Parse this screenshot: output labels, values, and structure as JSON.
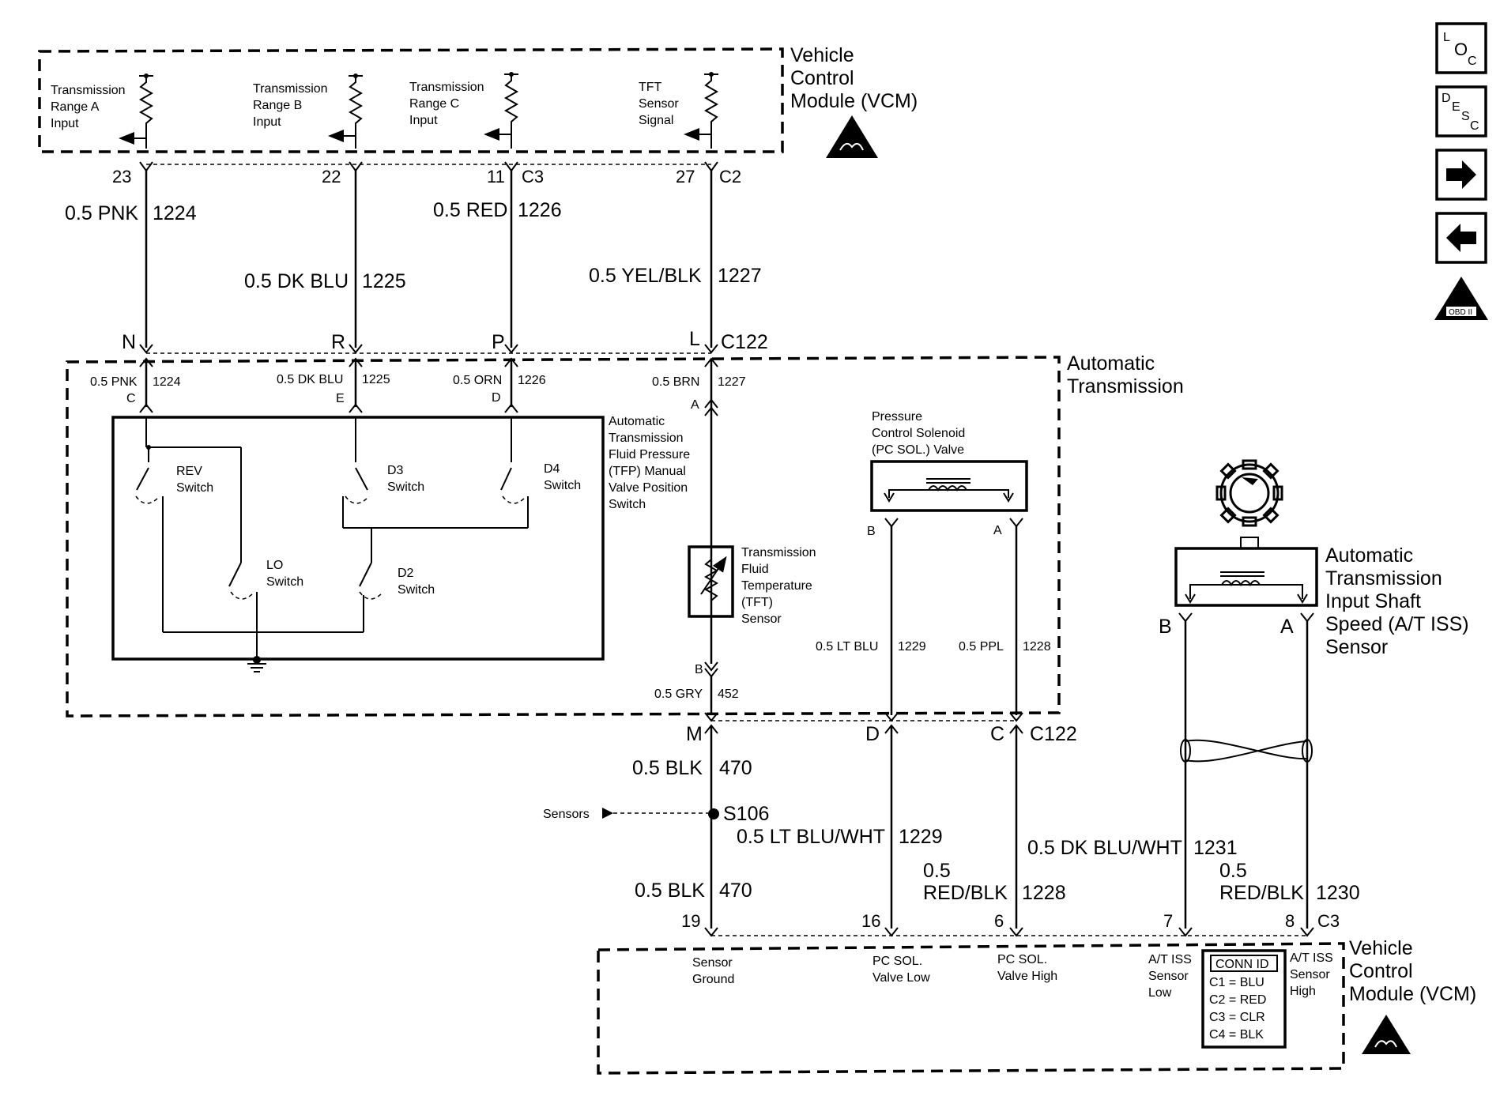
{
  "vcm_top": {
    "title_lines": [
      "Vehicle",
      "Control",
      "Module (VCM)"
    ],
    "inputs": [
      {
        "lines": [
          "Transmission",
          "Range A",
          "Input"
        ]
      },
      {
        "lines": [
          "Transmission",
          "Range B",
          "Input"
        ]
      },
      {
        "lines": [
          "Transmission",
          "Range C",
          "Input"
        ]
      },
      {
        "lines": [
          "TFT",
          "Sensor",
          "Signal"
        ]
      }
    ]
  },
  "top_pins": [
    "23",
    "22",
    "11",
    "27"
  ],
  "top_connectors": [
    "C3",
    "C2"
  ],
  "wires_upper": [
    {
      "gauge_color": "0.5 PNK",
      "circuit": "1224"
    },
    {
      "gauge_color": "0.5 DK BLU",
      "circuit": "1225"
    },
    {
      "gauge_color": "0.5 RED",
      "circuit": "1226"
    },
    {
      "gauge_color": "0.5 YEL/BLK",
      "circuit": "1227"
    }
  ],
  "c122_top": {
    "pins": [
      "N",
      "R",
      "P",
      "L"
    ],
    "name": "C122"
  },
  "automatic_transmission": {
    "title_lines": [
      "Automatic",
      "Transmission"
    ],
    "inner_wires": [
      {
        "gauge_color": "0.5 PNK",
        "circuit": "1224",
        "pin": "C"
      },
      {
        "gauge_color": "0.5 DK BLU",
        "circuit": "1225",
        "pin": "E"
      },
      {
        "gauge_color": "0.5 ORN",
        "circuit": "1226",
        "pin": "D"
      },
      {
        "gauge_color": "0.5 BRN",
        "circuit": "1227",
        "pin": "A"
      }
    ],
    "tfp_label_lines": [
      "Automatic",
      "Transmission",
      "Fluid Pressure",
      "(TFP) Manual",
      "Valve Position",
      "Switch"
    ],
    "switches": [
      {
        "lines": [
          "REV",
          "Switch"
        ]
      },
      {
        "lines": [
          "D3",
          "Switch"
        ]
      },
      {
        "lines": [
          "D4",
          "Switch"
        ]
      },
      {
        "lines": [
          "LO",
          "Switch"
        ]
      },
      {
        "lines": [
          "D2",
          "Switch"
        ]
      }
    ],
    "tft_label_lines": [
      "Transmission",
      "Fluid",
      "Temperature",
      "(TFT)",
      "Sensor"
    ],
    "tft_bottom": {
      "pin": "B",
      "gauge_color": "0.5 GRY",
      "circuit": "452"
    },
    "pc_sol": {
      "label_lines": [
        "Pressure",
        "Control Solenoid",
        "(PC SOL.) Valve"
      ],
      "pin_b": "B",
      "pin_a": "A",
      "wire_b": {
        "gauge_color": "0.5 LT BLU",
        "circuit": "1229"
      },
      "wire_a": {
        "gauge_color": "0.5 PPL",
        "circuit": "1228"
      }
    }
  },
  "iss_sensor": {
    "label_lines": [
      "Automatic",
      "Transmission",
      "Input Shaft",
      "Speed (A/T ISS)",
      "Sensor"
    ],
    "pin_b": "B",
    "pin_a": "A"
  },
  "c122_bottom": {
    "pins": [
      "M",
      "D",
      "C"
    ],
    "name": "C122"
  },
  "wires_lower": {
    "ground_upper": {
      "gauge_color": "0.5 BLK",
      "circuit": "470"
    },
    "splice": "S106",
    "sensors_label": "Sensors",
    "ground_lower": {
      "gauge_color": "0.5 BLK",
      "circuit": "470"
    },
    "pc_low": {
      "gauge_color": "0.5 LT BLU/WHT",
      "circuit": "1229"
    },
    "pc_high": {
      "gauge_color_lines": [
        "0.5",
        "RED/BLK"
      ],
      "circuit": "1228"
    },
    "iss_low": {
      "gauge_color": "0.5 DK BLU/WHT",
      "circuit": "1231"
    },
    "iss_high": {
      "gauge_color_lines": [
        "0.5",
        "RED/BLK"
      ],
      "circuit": "1230"
    }
  },
  "bottom_pins": [
    "19",
    "16",
    "6",
    "7",
    "8"
  ],
  "bottom_connector": "C3",
  "vcm_bottom": {
    "title_lines": [
      "Vehicle",
      "Control",
      "Module (VCM)"
    ],
    "pin_labels": [
      {
        "lines": [
          "Sensor",
          "Ground"
        ]
      },
      {
        "lines": [
          "PC SOL.",
          "Valve Low"
        ]
      },
      {
        "lines": [
          "PC SOL.",
          "Valve High"
        ]
      },
      {
        "lines": [
          "A/T ISS",
          "Sensor",
          "Low"
        ]
      },
      {
        "lines": [
          "A/T ISS",
          "Sensor",
          "High"
        ]
      }
    ],
    "conn_id": {
      "title": "CONN ID",
      "rows": [
        "C1 = BLU",
        "C2 = RED",
        "C3 = CLR",
        "C4 = BLK"
      ]
    }
  },
  "nav": {
    "loc_button": [
      "L",
      "O",
      "C"
    ],
    "desc_button": [
      "D",
      "E",
      "S",
      "C"
    ],
    "next_icon": "arrow-right-icon",
    "prev_icon": "arrow-left-icon",
    "obd_icon": "obd-ii-warning-icon",
    "obd_text": "OBD II"
  }
}
